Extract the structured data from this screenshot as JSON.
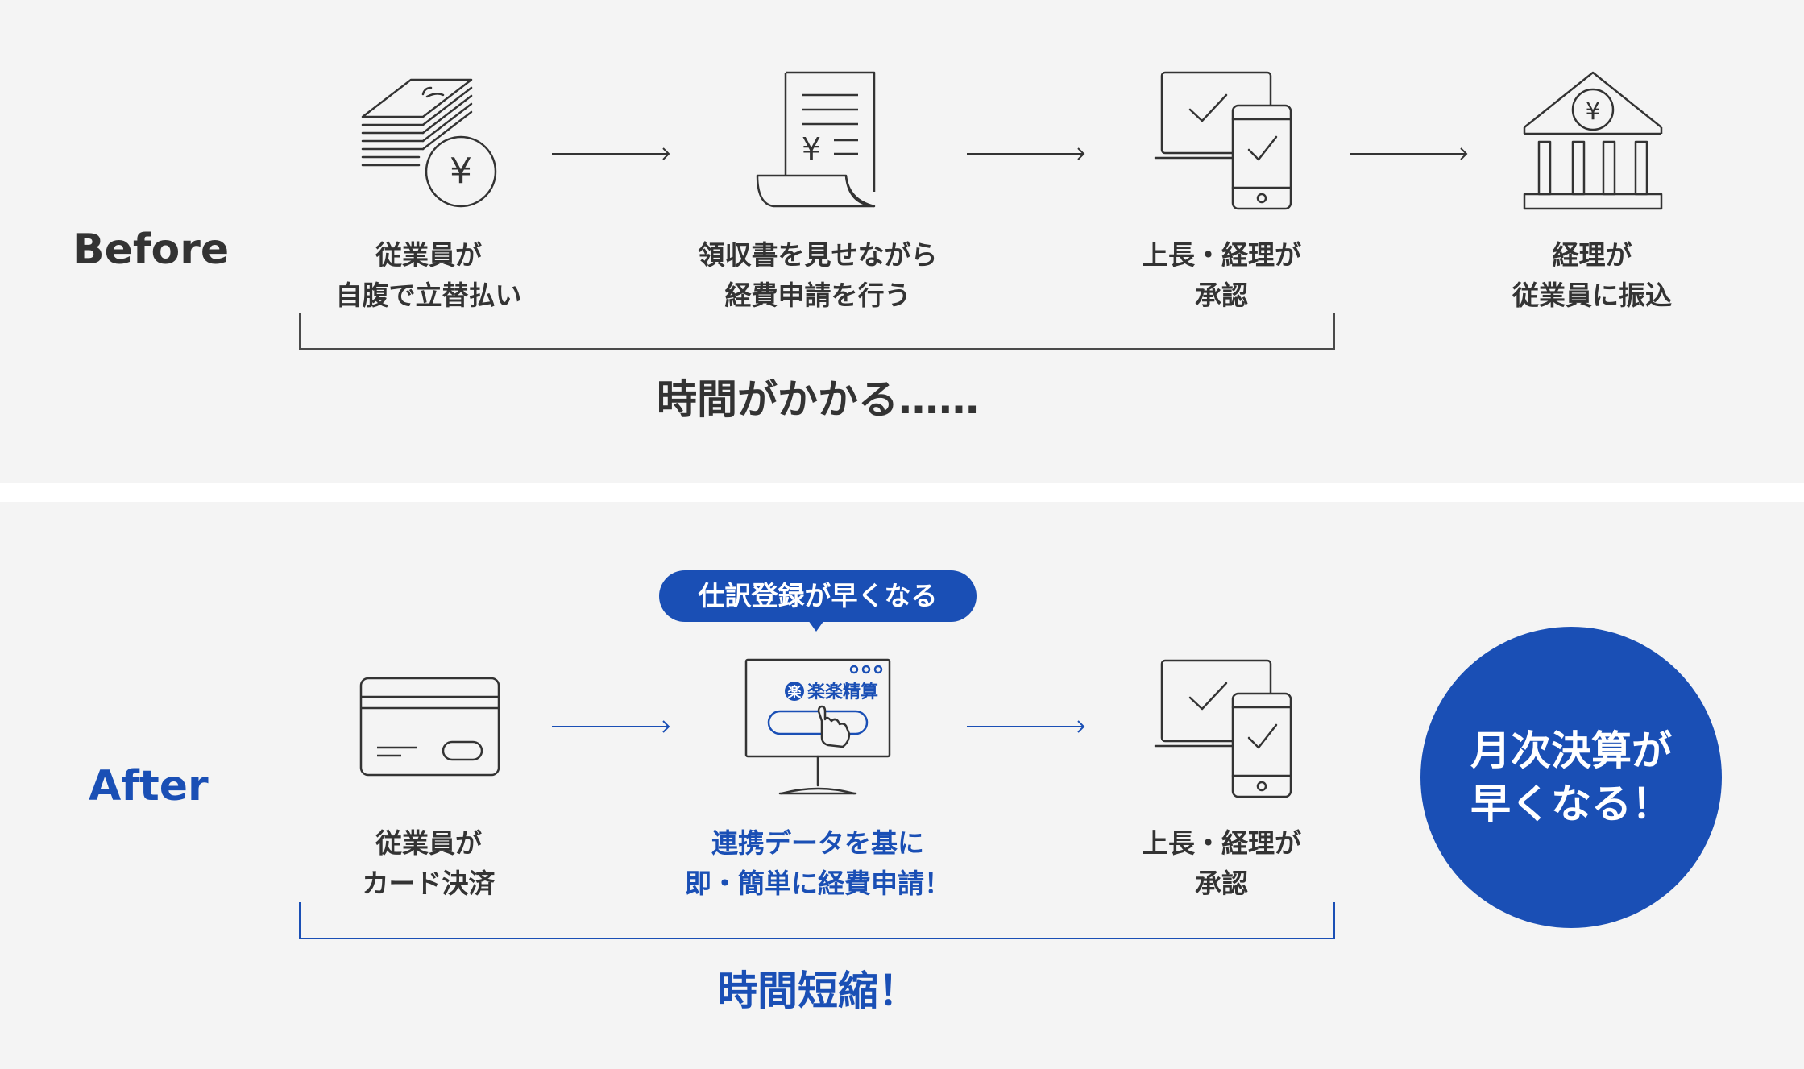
{
  "before": {
    "label": "Before",
    "steps": [
      {
        "line1": "従業員が",
        "line2": "自腹で立替払い",
        "icon": "cash-yen-icon"
      },
      {
        "line1": "領収書を見せながら",
        "line2": "経費申請を行う",
        "icon": "receipt-icon"
      },
      {
        "line1": "上長・経理が",
        "line2": "承認",
        "icon": "approval-devices-icon"
      },
      {
        "line1": "経理が",
        "line2": "従業員に振込",
        "icon": "bank-yen-icon"
      }
    ],
    "summary": "時間がかかる……"
  },
  "after": {
    "label": "After",
    "bubble": "仕訳登録が早くなる",
    "app_name": "楽楽精算",
    "app_logo_char": "楽",
    "steps": [
      {
        "line1": "従業員が",
        "line2": "カード決済",
        "icon": "credit-card-icon"
      },
      {
        "line1": "連携データを基に",
        "line2": "即・簡単に経費申請！",
        "icon": "monitor-app-icon"
      },
      {
        "line1": "上長・経理が",
        "line2": "承認",
        "icon": "approval-devices-icon"
      }
    ],
    "summary": "時間短縮！",
    "result_line1": "月次決算が",
    "result_line2": "早くなる！"
  },
  "colors": {
    "accent": "#1a4fb5",
    "text": "#333333",
    "panel": "#f4f4f4"
  },
  "symbols": {
    "yen": "¥"
  }
}
